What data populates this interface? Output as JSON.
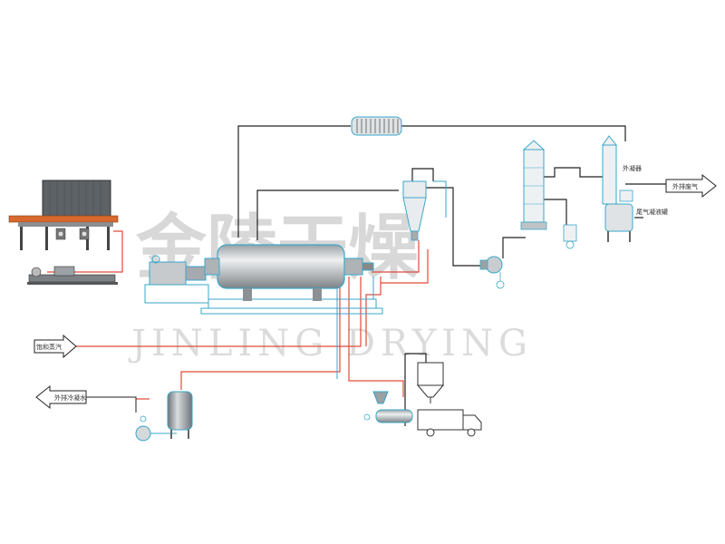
{
  "labels": {
    "steam_inlet": "饱和蒸汽",
    "condensate_out": "外排冷凝水",
    "exhaust_out": "外排废气",
    "outer_condenser": "外凝器",
    "tail_gas_condensate": "尾气凝液罐"
  },
  "watermark": {
    "chinese": "金陵干燥",
    "english": "JINLING DRYING"
  },
  "colors": {
    "pipe_steam": "#e04a3a",
    "pipe_vapor": "#222222",
    "equipment_outline": "#3aa7c9",
    "equipment_fill": "#bfc3c6",
    "watermark": "#b9b9b9"
  }
}
